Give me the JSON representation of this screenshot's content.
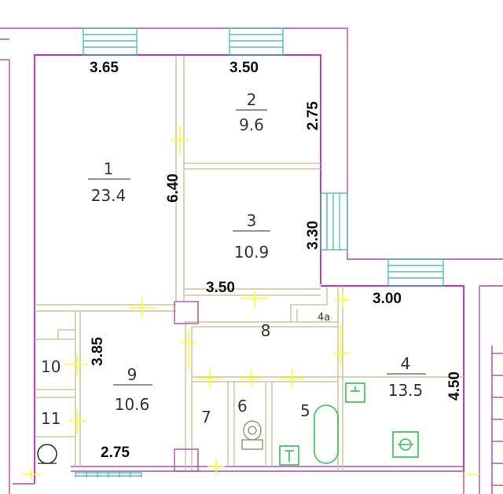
{
  "dimensions": {
    "top_left_width": "3.65",
    "top_right_width": "3.50",
    "room2_height": "2.75",
    "left_height": "6.40",
    "room3_height": "3.30",
    "corridor_width": "3.50",
    "room4_width": "3.00",
    "room4_height": "4.50",
    "room9_height": "3.85",
    "bottom_width": "2.75"
  },
  "rooms": [
    {
      "id": "1",
      "number": "1",
      "area": "23.4"
    },
    {
      "id": "2",
      "number": "2",
      "area": "9.6"
    },
    {
      "id": "3",
      "number": "3",
      "area": "10.9"
    },
    {
      "id": "4",
      "number": "4",
      "area": "13.5"
    },
    {
      "id": "9",
      "number": "9",
      "area": "10.6"
    }
  ],
  "unlabeled_rooms": {
    "r4a": "4а",
    "r5": "5",
    "r6": "6",
    "r7": "7",
    "r8": "8",
    "r10": "10",
    "r11": "11"
  },
  "colors": {
    "walls": "#b04ab8",
    "partitions": "#c8bd8c",
    "windows": "#31b8b8",
    "doors": "#ffff22",
    "fixtures": "#2ec94a"
  }
}
